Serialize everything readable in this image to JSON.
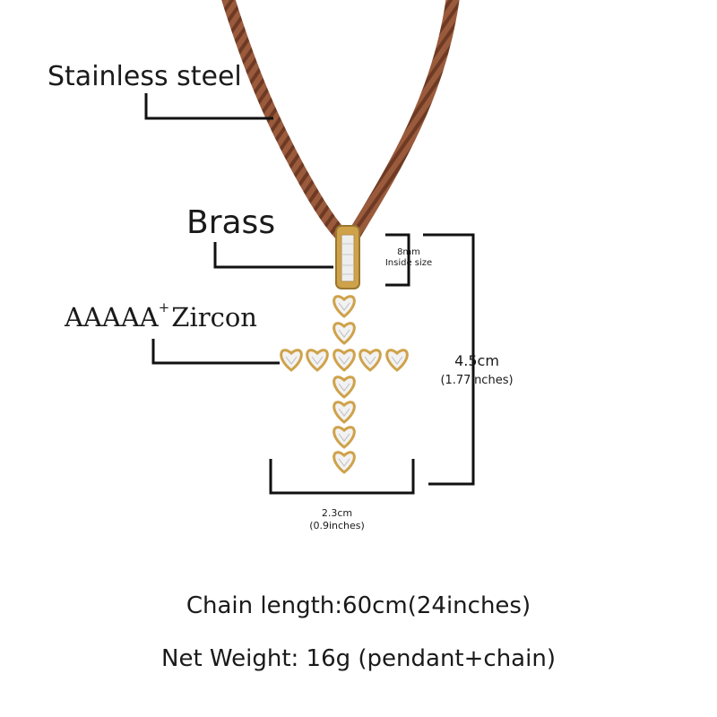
{
  "labels": {
    "stainless_steel": "Stainless steel",
    "brass": "Brass",
    "zircon_prefix": "AAAAA",
    "zircon_sup": "+",
    "zircon_suffix": "Zircon",
    "bail_size": "8mm",
    "bail_note": "Inside size",
    "height_cm": "4.5cm",
    "height_in": "(1.77inches)",
    "width_cm": "2.3cm",
    "width_in": "(0.9inches)"
  },
  "specs": {
    "chain_length": "Chain length:60cm(24inches)",
    "net_weight": "Net Weight: 16g (pendant+chain)"
  },
  "colors": {
    "chain": "#9a5a3c",
    "chain_dark": "#6e3a24",
    "gold": "#cfa24a",
    "stone": "#f2f2f2",
    "line": "#111111"
  }
}
